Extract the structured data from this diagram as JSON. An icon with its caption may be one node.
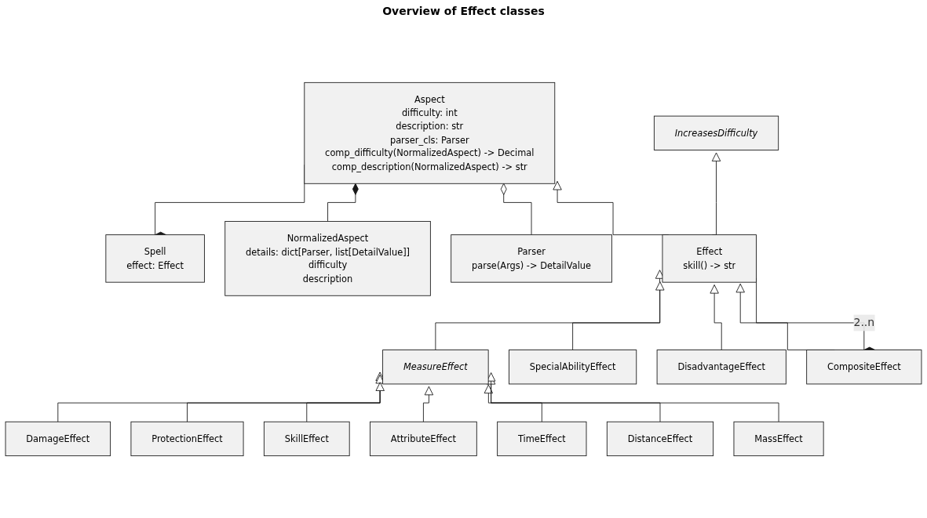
{
  "diagram": {
    "title": "Overview of Effect classes",
    "nodes": [
      {
        "text": [
          "IncreasesDifficulty"
        ]
      },
      {
        "text": [
          "Spell",
          "effect: Effect"
        ]
      },
      {
        "text": [
          "Aspect",
          "difficulty: int",
          "description: str",
          "parser_cls: Parser",
          "comp_difficulty(NormalizedAspect) -> Decimal",
          "comp_description(NormalizedAspect) -> str"
        ]
      },
      {
        "text": [
          "NormalizedAspect",
          "details: dict[Parser, list[DetailValue]]",
          "difficulty",
          "description"
        ]
      },
      {
        "text": [
          "Parser",
          "parse(Args) -> DetailValue"
        ]
      },
      {
        "text": [
          "Effect",
          "skill() -> str"
        ]
      },
      {
        "text": [
          "MeasureEffect"
        ]
      },
      {
        "text": [
          "SpecialAbilityEffect"
        ]
      },
      {
        "text": [
          "DisadvantageEffect"
        ]
      },
      {
        "text": [
          "CompositeEffect"
        ]
      },
      {
        "text": [
          "DamageEffect"
        ]
      },
      {
        "text": [
          "ProtectionEffect"
        ]
      },
      {
        "text": [
          "SkillEffect"
        ]
      },
      {
        "text": [
          "AttributeEffect"
        ]
      },
      {
        "text": [
          "TimeEffect"
        ]
      },
      {
        "text": [
          "DistanceEffect"
        ]
      },
      {
        "text": [
          "MassEffect"
        ]
      }
    ],
    "edges": [
      {
        "from": 1,
        "to": 2,
        "arrow": "other"
      },
      {
        "from": 3,
        "to": 2,
        "arrow": "other"
      },
      {
        "from": 4,
        "to": 2,
        "arrow": "other"
      },
      {
        "from": 5,
        "to": 2,
        "arrow": "to"
      },
      {
        "from": 5,
        "to": 0,
        "arrow": "to"
      },
      {
        "from": 6,
        "to": 5,
        "arrow": "to"
      },
      {
        "from": 7,
        "to": 5,
        "arrow": "to"
      },
      {
        "from": 8,
        "to": 5,
        "arrow": "to"
      },
      {
        "from": 9,
        "to": 5,
        "arrow": "to"
      },
      {
        "from": 9,
        "to": 5,
        "arrow": "other",
        "label": "2..n"
      },
      {
        "from": 10,
        "to": 6,
        "arrow": "to"
      },
      {
        "from": 11,
        "to": 6,
        "arrow": "to"
      },
      {
        "from": 12,
        "to": 6,
        "arrow": "to"
      },
      {
        "from": 13,
        "to": 6,
        "arrow": "to"
      },
      {
        "from": 14,
        "to": 6,
        "arrow": "to"
      },
      {
        "from": 15,
        "to": 6,
        "arrow": "to"
      },
      {
        "from": 16,
        "to": 6,
        "arrow": "to"
      }
    ]
  }
}
